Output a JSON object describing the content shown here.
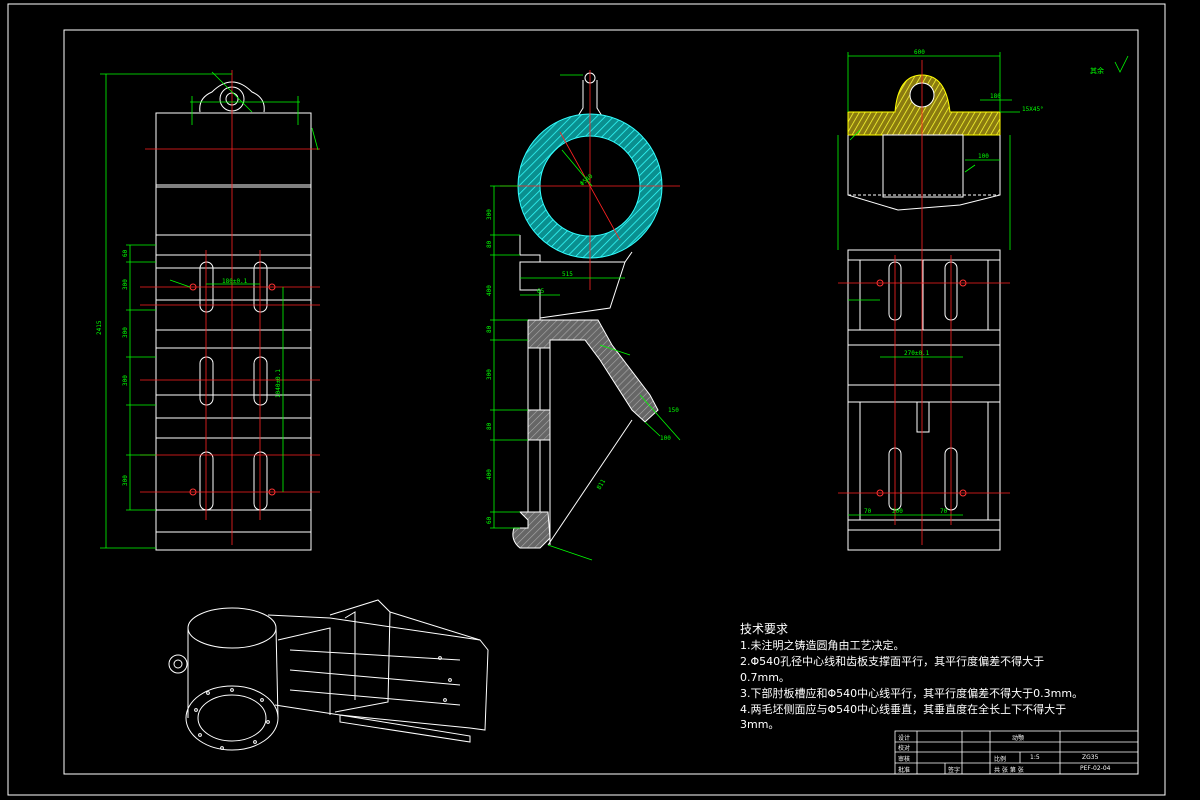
{
  "colors": {
    "background": "#000000",
    "outline": "#ffffff",
    "centerline": "#ff2020",
    "dimension": "#00ff00",
    "hatch_cyan": "#00ffff",
    "hatch_yellow": "#ffff00"
  },
  "drawing": {
    "roughness_symbol": "其余",
    "left_view": {
      "overall_height": "2415",
      "spacings": [
        "60",
        "300",
        "300",
        "300",
        "300"
      ],
      "slot_pitch_label": "180±0.1",
      "vertical_pitch_label": "1040±0.1"
    },
    "middle_view": {
      "bore_label": "Φ540",
      "dims_left": [
        "300",
        "80",
        "400",
        "80",
        "300",
        "80",
        "400",
        "60"
      ],
      "dims_misc": [
        "515",
        "65",
        "811",
        "150",
        "100"
      ]
    },
    "right_view": {
      "top_width": "600",
      "right_dims": [
        "180",
        "15X45°",
        "100"
      ],
      "slot_spacing_label": "270±0.1",
      "bottom_dims": [
        "70",
        "200",
        "70"
      ]
    }
  },
  "notes": {
    "heading": "技术要求",
    "items": [
      "1.未注明之铸造圆角由工艺决定。",
      "2.Φ540孔径中心线和齿板支撑面平行，其平行度偏差不得大于",
      "0.7mm。",
      "3.下部肘板槽应和Φ540中心线平行，其平行度偏差不得大于0.3mm。",
      "4.两毛坯侧面应与Φ540中心线垂直，其垂直度在全长上下不得大于",
      "3mm。"
    ]
  },
  "title_block": {
    "labels": [
      "设计",
      "校对",
      "审核",
      "批准",
      "签字"
    ],
    "part_name": "动颚",
    "scale_label": "比例",
    "scale_value": "1:5",
    "material": "ZG35",
    "sheet_info": "共  张  第  张",
    "drawing_number": "PEF-02-04"
  }
}
